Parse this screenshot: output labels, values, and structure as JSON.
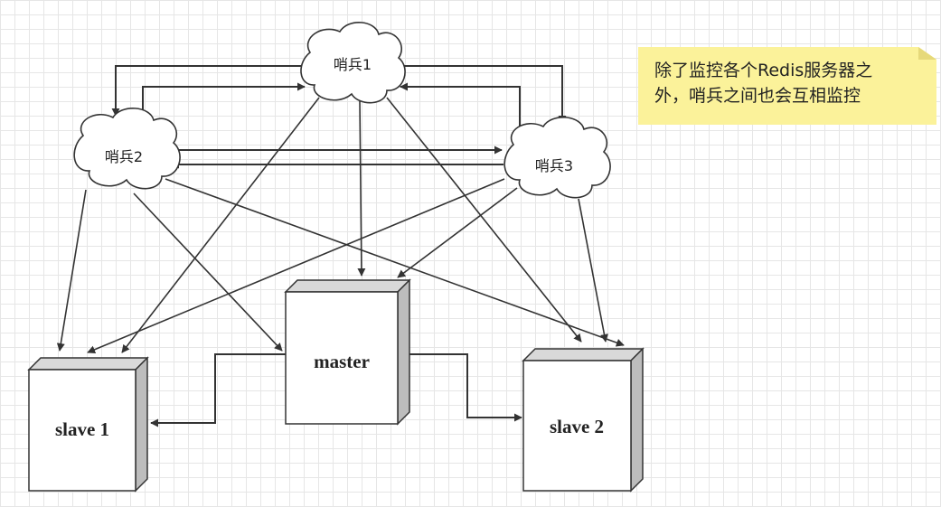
{
  "diagram": {
    "sentinels": {
      "s1": "哨兵1",
      "s2": "哨兵2",
      "s3": "哨兵3"
    },
    "servers": {
      "master": "master",
      "slave1": "slave 1",
      "slave2": "slave 2"
    },
    "note": {
      "line1": "除了监控各个Redis服务器之",
      "line2": "外，哨兵之间也会互相监控"
    }
  }
}
